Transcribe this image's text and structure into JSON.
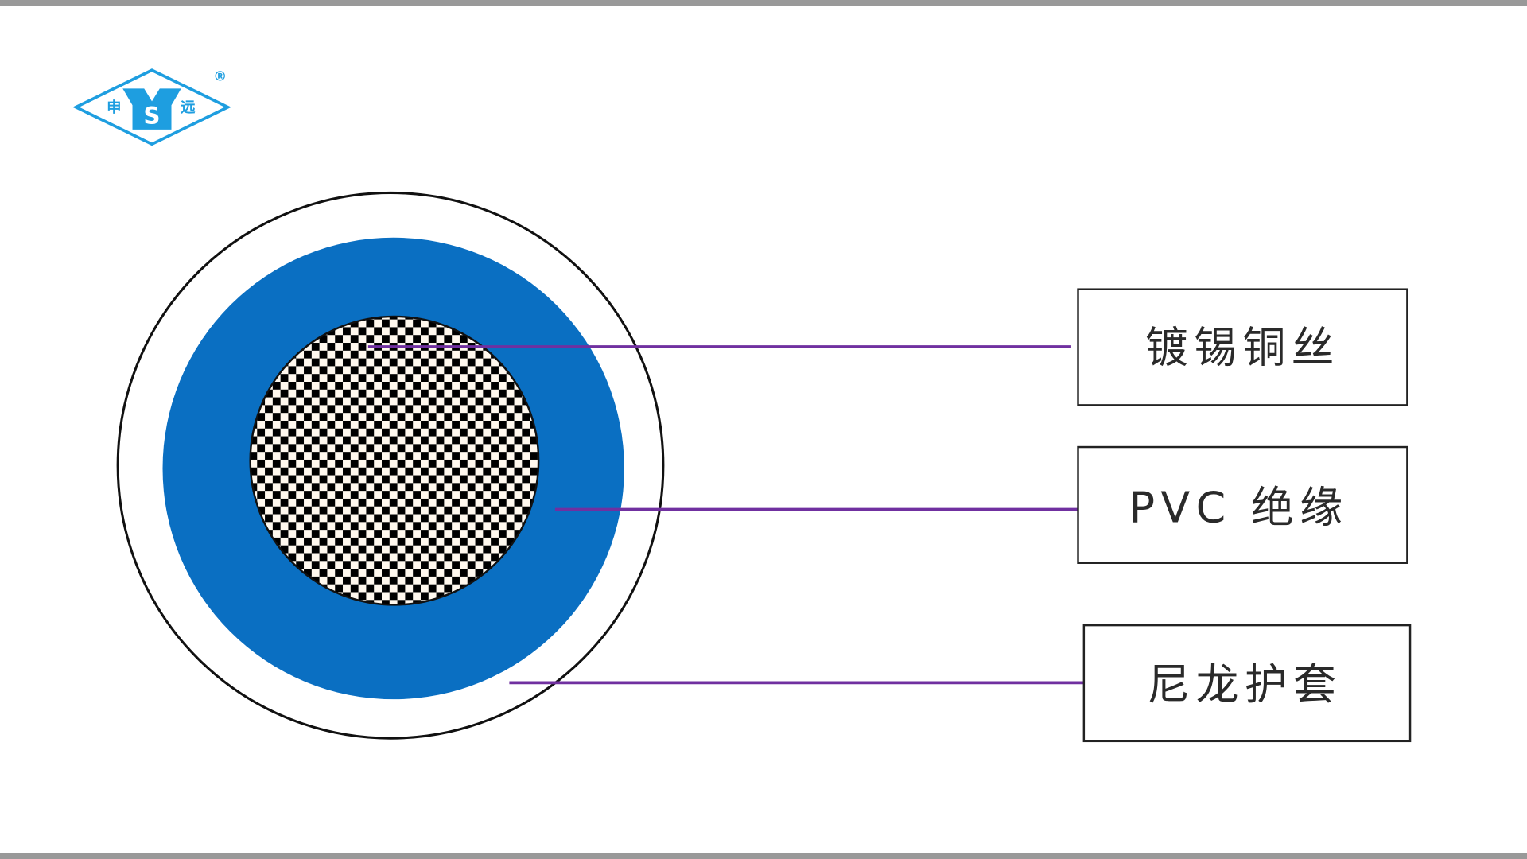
{
  "logo": {
    "left_char": "申",
    "right_char": "远",
    "center_letter": "S",
    "registered": "®"
  },
  "labels": [
    {
      "text": "镀锡铜丝"
    },
    {
      "text": "PVC 绝缘"
    },
    {
      "text": "尼龙护套"
    }
  ],
  "colors": {
    "insulation": "#0a6fc2",
    "leader": "#7030a0",
    "logo": "#1e9ee0",
    "border": "#999999"
  }
}
